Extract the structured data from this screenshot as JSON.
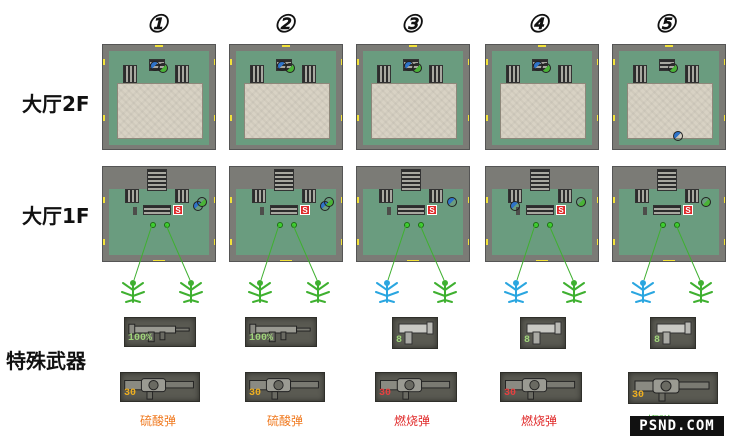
{
  "columns": [
    "①",
    "②",
    "③",
    "④",
    "⑤"
  ],
  "rows": {
    "hall_2f": "大厅2F",
    "hall_1f": "大厅1F",
    "special_weapons": "特殊武器"
  },
  "herbs": [
    [
      "green-herb",
      "green-herb"
    ],
    [
      "green-herb",
      "green-herb"
    ],
    [
      "blue-herb",
      "green-herb"
    ],
    [
      "blue-herb",
      "green-herb"
    ],
    [
      "blue-herb",
      "green-herb"
    ]
  ],
  "weapon_top": [
    {
      "icon": "submachine-gun-icon",
      "ammo": "100%"
    },
    {
      "icon": "submachine-gun-icon",
      "ammo": "100%"
    },
    {
      "icon": "flamethrower-icon",
      "ammo": "8"
    },
    {
      "icon": "flamethrower-icon",
      "ammo": "8"
    },
    {
      "icon": "flamethrower-icon",
      "ammo": "8"
    }
  ],
  "weapon_bottom": [
    {
      "icon": "grenade-launcher-icon",
      "ammo": "30"
    },
    {
      "icon": "grenade-launcher-icon",
      "ammo": "30"
    },
    {
      "icon": "grenade-launcher-icon",
      "ammo": "30"
    },
    {
      "icon": "grenade-launcher-icon",
      "ammo": "30"
    },
    {
      "icon": "grenade-launcher-icon",
      "ammo": "30"
    }
  ],
  "ammo_labels": [
    "硫酸弹",
    "硫酸弹",
    "燃烧弹",
    "燃烧弹",
    "榴弹"
  ],
  "logo": "PSND.COM",
  "colors": {
    "acid": "#f07a20",
    "fire": "#e02a2a",
    "grenade": "#3fb030",
    "green_herb": "#3fb030",
    "blue_herb": "#2aa6e0"
  }
}
